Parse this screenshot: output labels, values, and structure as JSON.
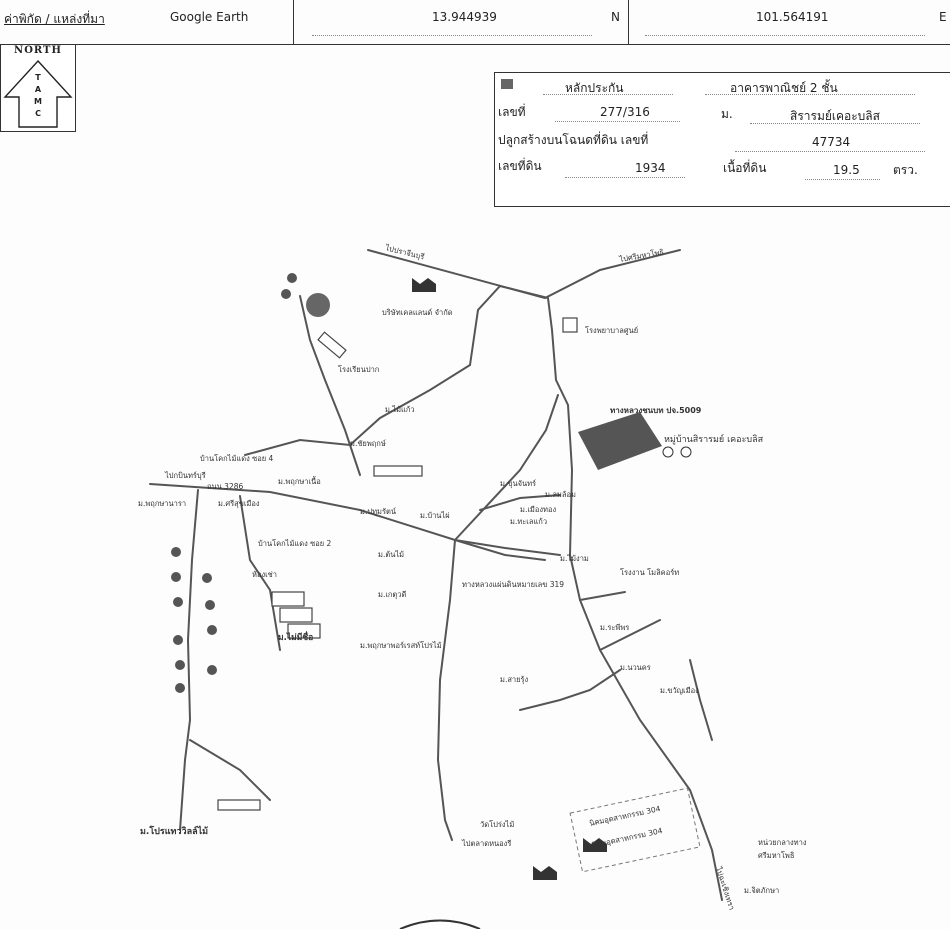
{
  "header": {
    "coord_label": "ค่าพิกัด / แหล่งที่มา",
    "source": "Google Earth",
    "lat": "13.944939",
    "lat_dir": "N",
    "lon": "101.564191",
    "lon_dir": "E"
  },
  "north": {
    "title": "NORTH",
    "letters": [
      "T",
      "A",
      "M",
      "C"
    ]
  },
  "property": {
    "col1_header": "หลักประกัน",
    "col2_header": "อาคารพาณิชย์ 2 ชั้น",
    "no_label": "เลขที่",
    "no_value": "277/316",
    "village_label": "ม.",
    "village_value": "สิรารมย์เคอะบลิส",
    "deed_label": "ปลูกสร้างบนโฉนดที่ดิน เลขที่",
    "deed_value": "47734",
    "land_no_label": "เลขที่ดิน",
    "land_no_value": "1934",
    "area_label": "เนื้อที่ดิน",
    "area_value": "19.5",
    "area_unit": "ตรว.",
    "accent_color": "#666666"
  },
  "map": {
    "labels": {
      "to_prachantakham": "ไปปราจีนบุรี",
      "to_srimahaphot": "ไปศรีมหาโพธิ",
      "company": "บริษัทเคลแลนด์ จำกัด",
      "school": "โรงเรียนปาก",
      "road_3052": "ทางหลวงชนบท ปจ.5009",
      "subject_village": "หมู่บ้านสิรารมย์ เคอะบลิส",
      "village_left_road": "บ้านโคกไม้แดง ซอย 4",
      "to_kabinburi": "ไปกบินทร์บุรี",
      "route_3286": "ถนน 3286",
      "m_left": "ม.พฤกษานารา",
      "m_sri": "ม.ศรีสุขเมือง",
      "village_2": "บ้านโคกไม้แดง ซอย 2",
      "house_area": "ห้องเช่า",
      "m_mai_mee": "ม.ไม่มีชื่อ",
      "highway_lower": "ทางหลวงแผ่นดินหมายเลข 319",
      "m_puek": "ม.พฤกษาพอร์เรสท์โปรไม้",
      "factory_right": "โรงงาน โมลิคอร์ท",
      "temple": "วัดโปร่งไม้",
      "temple_sub": "ไปตลาดหนองรี",
      "industrial_1": "นิคมอุตสาหกรรม 304",
      "industrial_2": "นิคมอุตสาหกรรม 304",
      "m_bottom_left": "ม.โปรแทววิลล์ไม้",
      "police": "หน่วยกลางทาง",
      "police_sub": "ศรีมหาโพธิ",
      "to_chachoengsao": "ไปฉะเชิงเทรา",
      "m_bottom_right": "ม.จิตภักษา",
      "hospital": "โรงพยาบาลศูนย์",
      "m_mai_kaew": "ม.ไม้แก้ว",
      "m_phuka": "ม.พฤกษาเนื้อ",
      "m_chaiya": "ม.ชัยพฤกษ์",
      "m_patum": "ม.ปทุมรัตน์",
      "m_ban": "ม.บ้านไผ่",
      "m_khun": "ม.ขุนจันทร์",
      "m_mueang": "ม.เมืองทอง",
      "m_lom": "ม.ลมล้อม",
      "m_ta": "ม.ทะเลแก้ว",
      "m_tree": "ม.ต้นไม้",
      "m_mai": "ม.ไม้งาม",
      "m_ket": "ม.เกตุวดี",
      "m_ra": "ม.ระพีพร",
      "m_nua": "ม.นวนคร",
      "m_sai": "ม.สายรุ้ง",
      "m_khwan": "ม.ขวัญเมือง"
    }
  }
}
